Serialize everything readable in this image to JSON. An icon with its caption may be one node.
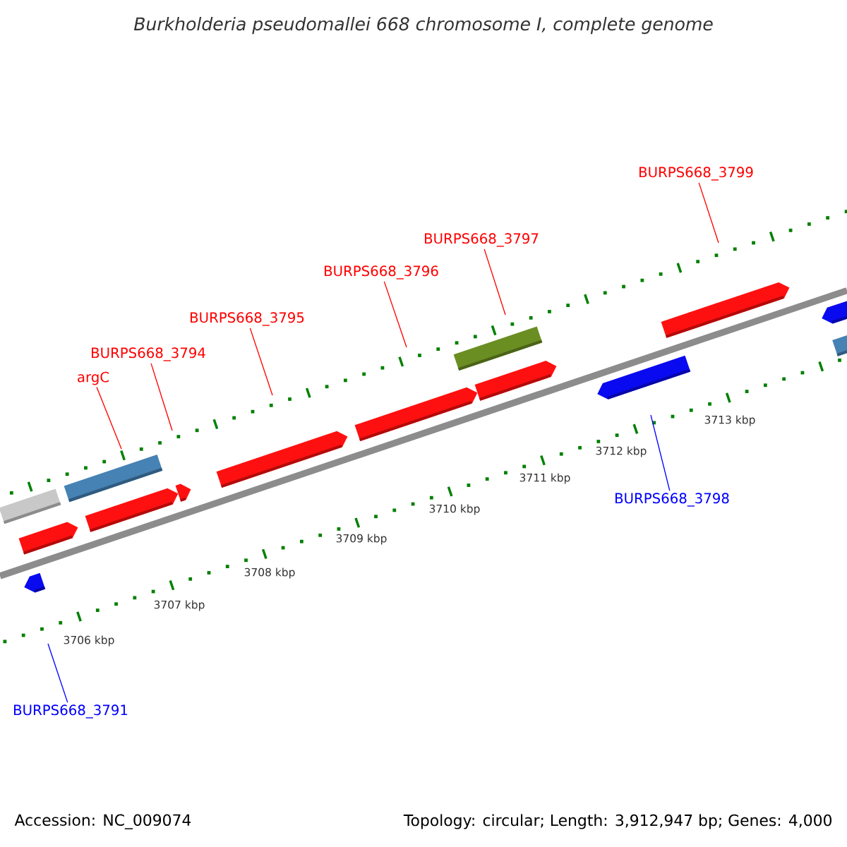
{
  "diagram": {
    "title": "Burkholderia pseudomallei 668 chromosome I, complete genome",
    "nodes": [
      {
        "text": [
          "argC"
        ]
      },
      {
        "text": [
          "BURPS668_3794"
        ]
      },
      {
        "text": [
          "BURPS668_3795"
        ]
      },
      {
        "text": [
          "BURPS668_3796"
        ]
      },
      {
        "text": [
          "BURPS668_3797"
        ]
      },
      {
        "text": [
          "BURPS668_3799"
        ]
      },
      {
        "text": [
          "BURPS668_3798"
        ]
      },
      {
        "text": [
          "BURPS668_3791"
        ]
      }
    ],
    "edges": [
      {
        "from": 0,
        "to": null,
        "arrow": "none"
      },
      {
        "from": 1,
        "to": null,
        "arrow": "none"
      },
      {
        "from": 2,
        "to": null,
        "arrow": "none"
      },
      {
        "from": 3,
        "to": null,
        "arrow": "none"
      },
      {
        "from": 4,
        "to": null,
        "arrow": "none"
      },
      {
        "from": 5,
        "to": null,
        "arrow": "none"
      },
      {
        "from": 6,
        "to": null,
        "arrow": "none",
        "color": "#0000ff"
      },
      {
        "from": 7,
        "to": null,
        "arrow": "none",
        "color": "#0000ff"
      }
    ],
    "labels": [
      "3706 kbp",
      "3707 kbp",
      "3708 kbp",
      "3709 kbp",
      "3710 kbp",
      "3711 kbp",
      "3712 kbp",
      "3713 kbp",
      "Accession: NC_009074",
      "Topology: circular; Length: 3,912,947 bp; Genes: 4,000"
    ]
  }
}
